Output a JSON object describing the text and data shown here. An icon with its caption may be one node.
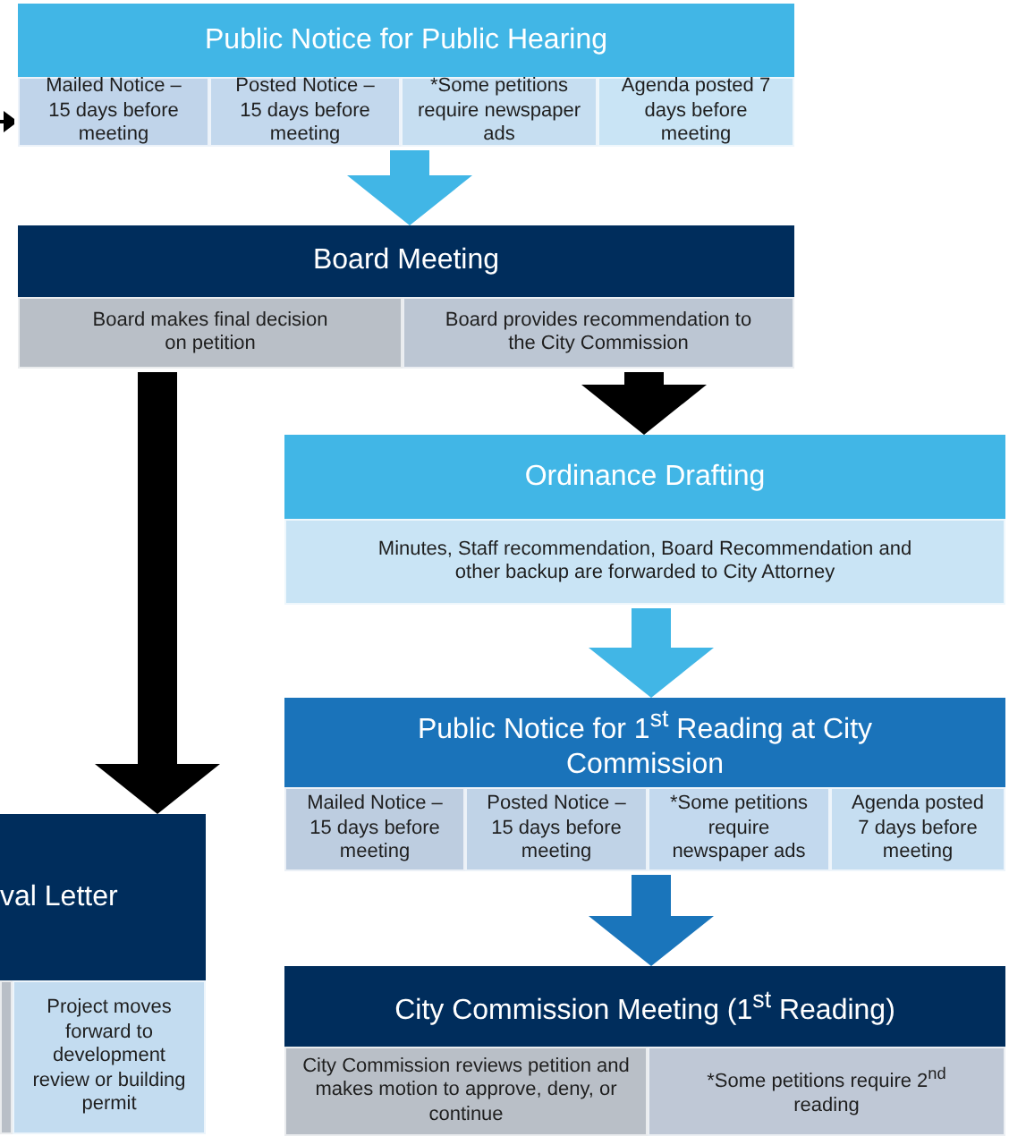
{
  "diagram": {
    "nodes": [
      {
        "text": [
          "Public Notice for Public Hearing"
        ]
      },
      {
        "text": [
          "Mailed Notice – 15 days before meeting"
        ],
        "in": 0
      },
      {
        "text": [
          "Posted Notice – 15 days before meeting"
        ],
        "in": 0
      },
      {
        "text": [
          "*Some petitions require newspaper ads"
        ],
        "in": 0
      },
      {
        "text": [
          "Agenda posted 7 days before meeting"
        ],
        "in": 0
      },
      {
        "text": [
          "Board Meeting"
        ]
      },
      {
        "text": [
          "Board makes final decision on petition"
        ],
        "in": 5
      },
      {
        "text": [
          "Board provides recommendation to the City Commission"
        ],
        "in": 5
      },
      {
        "text": [
          "Ordinance Drafting"
        ]
      },
      {
        "text": [
          "Minutes, Staff recommendation, Board Recommendation and other backup are forwarded to City Attorney"
        ],
        "in": 8
      },
      {
        "text": [
          "Public Notice for 1$^{st}$ Reading at City Commission"
        ]
      },
      {
        "text": [
          "Mailed Notice – 15 days before meeting"
        ],
        "in": 10
      },
      {
        "text": [
          "Posted Notice – 15 days before meeting"
        ],
        "in": 10
      },
      {
        "text": [
          "*Some petitions require newspaper ads"
        ],
        "in": 10
      },
      {
        "text": [
          "Agenda posted 7 days before meeting"
        ],
        "in": 10
      },
      {
        "text": [
          "val Letter"
        ]
      },
      {
        "text": [],
        "shape": "box",
        "in": 15
      },
      {
        "text": [
          "Project moves forward to development review or building permit"
        ],
        "in": 15
      },
      {
        "text": [
          "City Commission Meeting (1$^{st}$ Reading)"
        ]
      },
      {
        "text": [
          "City Commission reviews petition and makes motion to approve, deny, or continue"
        ],
        "in": 18
      },
      {
        "text": [
          "*Some petitions require 2$^{nd}$ reading"
        ],
        "in": 18
      }
    ],
    "edges": [
      {
        "from": null,
        "to": 1,
        "arrow": "to",
        "color": "#000000"
      },
      {
        "from": 0,
        "to": 5,
        "arrow": "to",
        "color": "#41b6e6"
      },
      {
        "from": 6,
        "to": 15,
        "arrow": "to",
        "color": "#000000"
      },
      {
        "from": 7,
        "to": 8,
        "arrow": "to",
        "color": "#000000"
      },
      {
        "from": 8,
        "to": 10,
        "arrow": "to",
        "color": "#41b6e6"
      },
      {
        "from": 10,
        "to": 18,
        "arrow": "to",
        "color": "#1a75bb"
      }
    ]
  }
}
